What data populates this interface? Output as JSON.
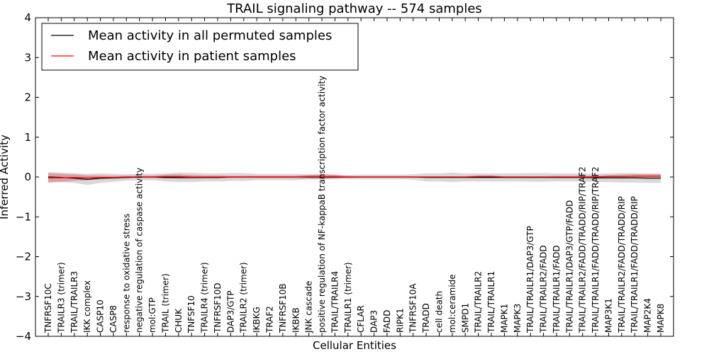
{
  "chart_data": {
    "type": "line",
    "title": "TRAIL signaling pathway -- 574 samples",
    "xlabel": "Cellular Entities",
    "ylabel": "Inferred Activity",
    "ylim": [
      -4,
      4
    ],
    "yticks": [
      "4",
      "3",
      "2",
      "1",
      "0",
      "−1",
      "−2",
      "−3",
      "−4"
    ],
    "grid": false,
    "legend_position": "top-left",
    "categories": [
      "TNFRSF10C",
      "TRAILR3 (trimer)",
      "TRAIL/TRAILR3",
      "IKK complex",
      "CASP10",
      "CASP8",
      "response to oxidative stress",
      "negative regulation of caspase activity",
      "mol:GTP",
      "TRAIL (trimer)",
      "CHUK",
      "TNFSF10",
      "TRAILR4 (trimer)",
      "TNFRSF10D",
      "DAP3/GTP",
      "TRAILR2 (trimer)",
      "IKBKG",
      "TRAF2",
      "TNFRSF10B",
      "IKBKB",
      "JNK cascade",
      "positive regulation of NF-kappaB transcription factor activity",
      "TRAIL/TRAILR4",
      "TRAILR1 (trimer)",
      "CFLAR",
      "DAP3",
      "FADD",
      "RIPK1",
      "TNFRSF10A",
      "TRADD",
      "cell death",
      "mol:ceramide",
      "SMPD1",
      "TRAIL/TRAILR2",
      "TRAIL/TRAILR1",
      "MAPK1",
      "MAPK3",
      "TRAIL/TRAILR1/DAP3/GTP",
      "TRAIL/TRAILR2/FADD",
      "TRAIL/TRAILR1/FADD",
      "TRAIL/TRAILR1/DAP3/GTP/FADD",
      "TRAIL/TRAILR2/FADD/TRADD/RIP/TRAF2",
      "TRAIL/TRAILR1/FADD/TRADD/RIP/TRAF2",
      "MAP3K1",
      "TRAIL/TRAILR2/FADD/TRADD/RIP",
      "TRAIL/TRAILR1/FADD/TRADD/RIP",
      "MAP2K4",
      "MAPK8"
    ],
    "series": [
      {
        "name": "Mean activity in all permuted samples",
        "color": "#000000",
        "values": [
          0.0,
          -0.01,
          -0.03,
          -0.06,
          -0.03,
          -0.02,
          -0.01,
          0.0,
          0.0,
          -0.01,
          -0.01,
          -0.01,
          -0.01,
          -0.01,
          0.0,
          0.0,
          0.0,
          0.0,
          0.0,
          0.0,
          0.0,
          0.0,
          0.0,
          0.0,
          0.0,
          0.0,
          0.0,
          0.0,
          0.0,
          -0.01,
          -0.01,
          -0.01,
          -0.01,
          -0.01,
          -0.01,
          -0.01,
          -0.01,
          -0.01,
          -0.01,
          -0.01,
          -0.01,
          -0.01,
          -0.02,
          -0.02,
          -0.02,
          -0.02,
          -0.03,
          -0.03
        ],
        "band": [
          0.12,
          0.12,
          0.12,
          0.14,
          0.12,
          0.1,
          0.08,
          0.08,
          0.08,
          0.1,
          0.12,
          0.12,
          0.1,
          0.1,
          0.1,
          0.1,
          0.08,
          0.08,
          0.08,
          0.08,
          0.06,
          0.06,
          0.05,
          0.05,
          0.06,
          0.06,
          0.06,
          0.06,
          0.07,
          0.1,
          0.1,
          0.12,
          0.1,
          0.1,
          0.1,
          0.1,
          0.1,
          0.11,
          0.11,
          0.1,
          0.1,
          0.1,
          0.1,
          0.11,
          0.12,
          0.12,
          0.12,
          0.12
        ]
      },
      {
        "name": "Mean activity in patient samples",
        "color": "#ff0000",
        "values": [
          -0.02,
          -0.02,
          -0.01,
          -0.02,
          -0.01,
          -0.01,
          0.0,
          0.0,
          0.0,
          0.01,
          0.01,
          0.0,
          0.0,
          0.0,
          0.0,
          0.0,
          0.0,
          0.0,
          0.0,
          0.0,
          0.01,
          0.01,
          0.01,
          0.0,
          0.0,
          0.0,
          0.0,
          0.0,
          0.0,
          0.0,
          0.0,
          0.0,
          0.0,
          0.01,
          0.01,
          0.0,
          0.0,
          0.0,
          0.0,
          0.0,
          0.0,
          0.0,
          0.0,
          0.01,
          0.01,
          0.02,
          0.02,
          0.02
        ],
        "band": [
          0.12,
          0.1,
          0.08,
          0.06,
          0.05,
          0.04,
          0.03,
          0.03,
          0.03,
          0.05,
          0.06,
          0.05,
          0.04,
          0.04,
          0.03,
          0.03,
          0.03,
          0.03,
          0.03,
          0.03,
          0.05,
          0.06,
          0.05,
          0.03,
          0.02,
          0.02,
          0.02,
          0.02,
          0.02,
          0.02,
          0.02,
          0.02,
          0.02,
          0.03,
          0.03,
          0.02,
          0.02,
          0.02,
          0.02,
          0.03,
          0.03,
          0.03,
          0.03,
          0.04,
          0.05,
          0.05,
          0.05,
          0.05
        ]
      }
    ]
  }
}
